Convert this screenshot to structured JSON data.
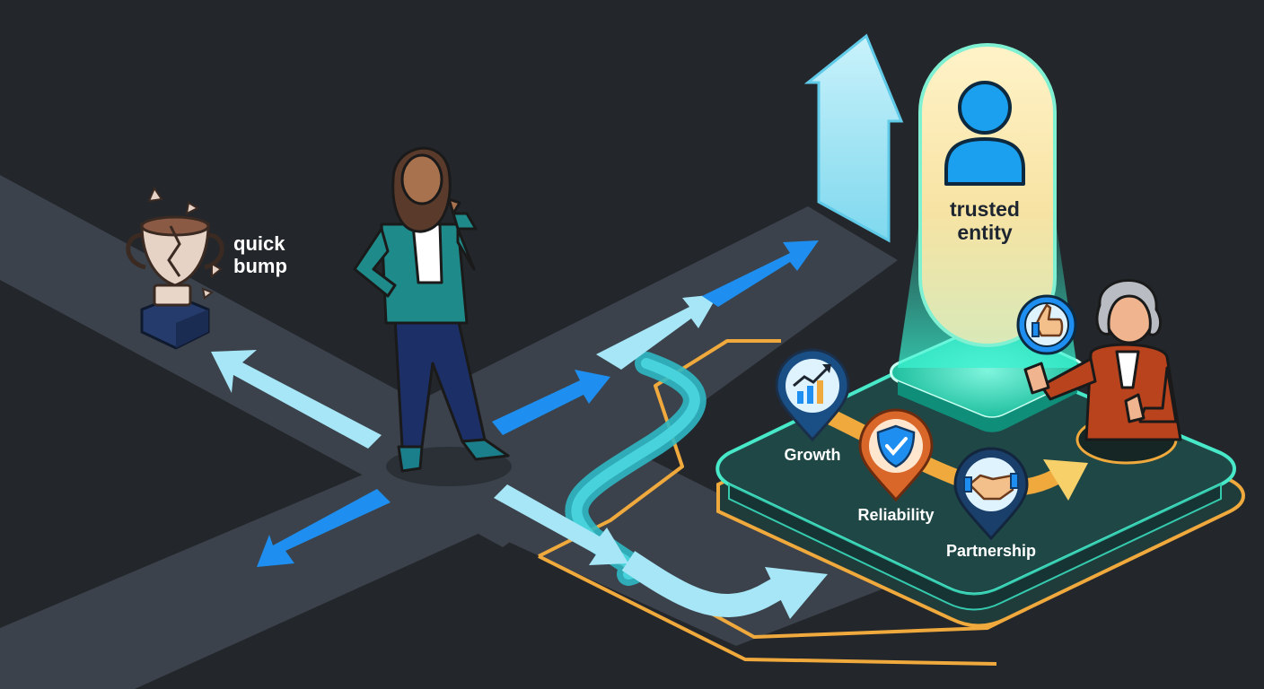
{
  "labels": {
    "quick_bump_line1": "quick",
    "quick_bump_line2": "bump",
    "trusted_line1": "trusted",
    "trusted_line2": "entity",
    "growth": "Growth",
    "reliability": "Reliability",
    "partnership": "Partnership"
  },
  "icons": {
    "broken_trophy": "broken-trophy-icon",
    "person": "person-icon",
    "growth": "bar-chart-trend-icon",
    "reliability": "shield-check-icon",
    "partnership": "handshake-icon",
    "approval": "thumbs-up-badge-icon"
  },
  "colors": {
    "background": "#23262b",
    "road": "#3b424b",
    "arrow_light": "#a6e6f6",
    "arrow_blue": "#1e8ff0",
    "teal_glow": "#35e3c6",
    "orange_path": "#f0a93c",
    "pillar_glow": "#f7e3a3",
    "person_blue": "#1aa0ee"
  }
}
